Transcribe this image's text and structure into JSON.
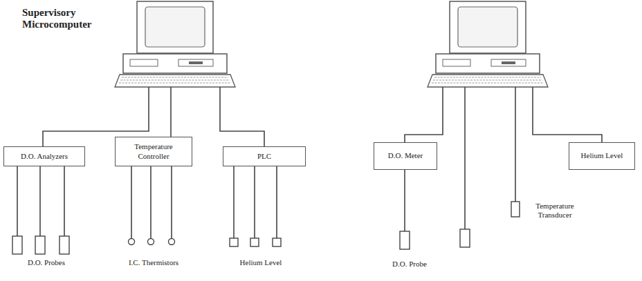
{
  "diagram": {
    "nodes": [
      {
        "text": [
          "D.O. Analyzers"
        ]
      },
      {
        "text": [
          "Temperature Controller"
        ]
      },
      {
        "text": [
          "PLC"
        ]
      },
      {
        "text": [
          "D.O. Meter"
        ]
      },
      {
        "text": [
          "Helium Level"
        ]
      }
    ],
    "labels": [
      "Supervisory Microcomputer",
      "D.O. Probes",
      "I.C. Thermistors",
      "Helium Level",
      "D.O. Probe",
      "Temperature Transducer"
    ]
  }
}
